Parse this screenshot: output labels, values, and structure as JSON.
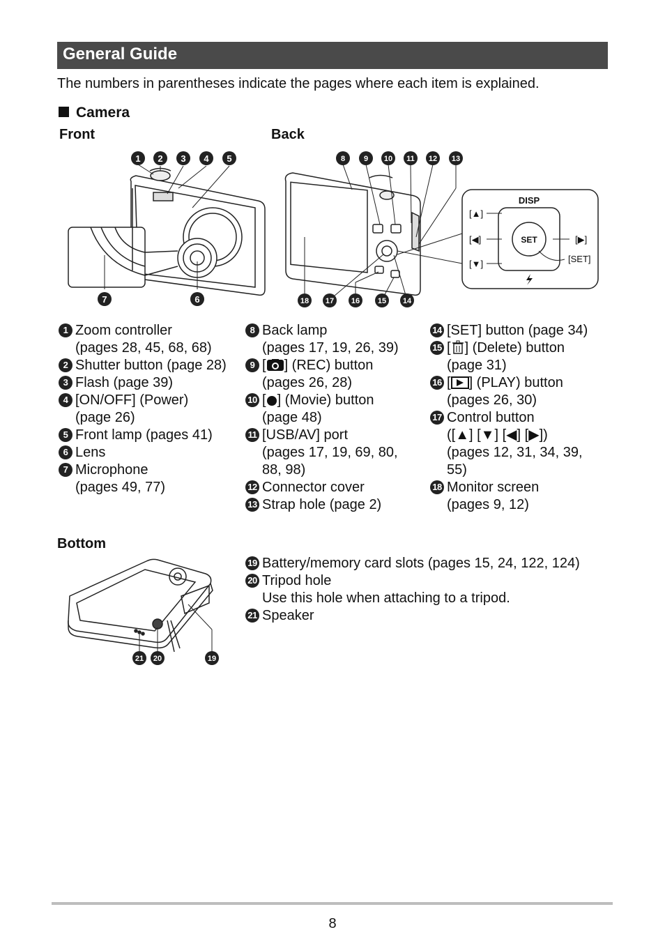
{
  "header": {
    "title": "General Guide"
  },
  "intro": "The numbers in parentheses indicate the pages where each item is explained.",
  "section": {
    "title": "Camera"
  },
  "subheads": {
    "front": "Front",
    "back": "Back",
    "bottom": "Bottom"
  },
  "dpad": {
    "disp": "DISP",
    "set": "SET",
    "set_label": "[SET]",
    "up": "[▲]",
    "left": "[◀]",
    "right": "[▶]",
    "down": "[▼]"
  },
  "items": {
    "i1": {
      "num": "1",
      "lines": [
        "Zoom controller",
        "(pages 28, 45, 68, 68)"
      ]
    },
    "i2": {
      "num": "2",
      "lines": [
        "Shutter button (page 28)"
      ]
    },
    "i3": {
      "num": "3",
      "lines": [
        "Flash (page 39)"
      ]
    },
    "i4": {
      "num": "4",
      "lines": [
        "[ON/OFF] (Power)",
        "(page 26)"
      ]
    },
    "i5": {
      "num": "5",
      "lines": [
        "Front lamp (pages 41)"
      ]
    },
    "i6": {
      "num": "6",
      "lines": [
        "Lens"
      ]
    },
    "i7": {
      "num": "7",
      "lines": [
        "Microphone",
        "(pages 49, 77)"
      ]
    },
    "i8": {
      "num": "8",
      "lines": [
        "Back lamp",
        "(pages 17, 19, 26, 39)"
      ]
    },
    "i9": {
      "num": "9",
      "pre": "[",
      "post": "] (REC) button",
      "line2": "(pages 26, 28)"
    },
    "i10": {
      "num": "10",
      "pre": "[",
      "post": "] (Movie) button",
      "line2": "(page 48)"
    },
    "i11": {
      "num": "11",
      "lines": [
        "[USB/AV] port",
        "(pages 17, 19, 69, 80,",
        "88, 98)"
      ]
    },
    "i12": {
      "num": "12",
      "lines": [
        "Connector cover"
      ]
    },
    "i13": {
      "num": "13",
      "lines": [
        "Strap hole (page 2)"
      ]
    },
    "i14": {
      "num": "14",
      "lines": [
        "[SET] button (page 34)"
      ]
    },
    "i15": {
      "num": "15",
      "pre": "[",
      "post": "] (Delete) button",
      "line2": "(page 31)"
    },
    "i16": {
      "num": "16",
      "pre": "[",
      "post": "] (PLAY) button",
      "line2": "(pages 26, 30)"
    },
    "i17": {
      "num": "17",
      "lines": [
        "Control button",
        "([▲] [▼] [◀] [▶])",
        "(pages 12, 31, 34, 39,",
        "55)"
      ]
    },
    "i18": {
      "num": "18",
      "lines": [
        "Monitor screen",
        "(pages 9, 12)"
      ]
    },
    "i19": {
      "num": "19",
      "lines": [
        "Battery/memory card slots (pages 15, 24, 122, 124)"
      ]
    },
    "i20": {
      "num": "20",
      "lines": [
        "Tripod hole",
        "Use this hole when attaching to a tripod."
      ]
    },
    "i21": {
      "num": "21",
      "lines": [
        "Speaker"
      ]
    }
  },
  "callouts": {
    "front": [
      "1",
      "2",
      "3",
      "4",
      "5",
      "7",
      "6"
    ],
    "back": [
      "8",
      "9",
      "10",
      "11",
      "12",
      "13",
      "18",
      "17",
      "16",
      "15",
      "14"
    ],
    "bottom": [
      "21",
      "20",
      "19"
    ]
  },
  "page_number": "8"
}
